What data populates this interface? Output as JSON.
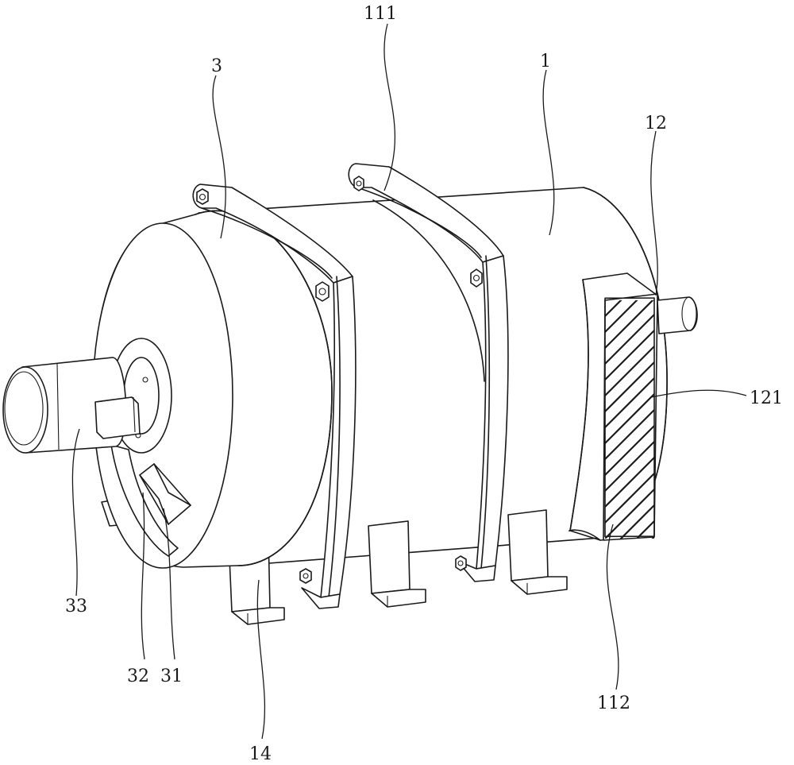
{
  "labels": {
    "l3": "3",
    "l111": "111",
    "l1": "1",
    "l12": "12",
    "l121": "121",
    "l33": "33",
    "l32": "32",
    "l31": "31",
    "l14": "14",
    "l112": "112"
  },
  "colors": {
    "line": "#1a1a1a",
    "paper": "#ffffff"
  }
}
